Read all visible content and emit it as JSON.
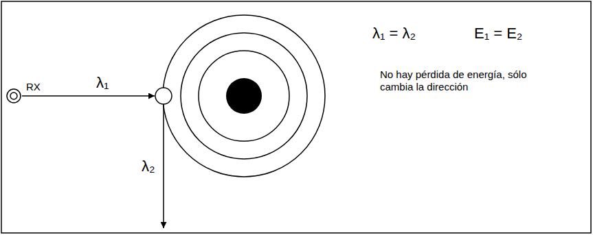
{
  "diagram": {
    "labels": [
      "RX",
      "λ₁",
      "λ₂",
      "λ₁ = λ₂",
      "E₁ = E₂",
      "No hay pérdida de energía, sólo cambia la dirección"
    ]
  }
}
